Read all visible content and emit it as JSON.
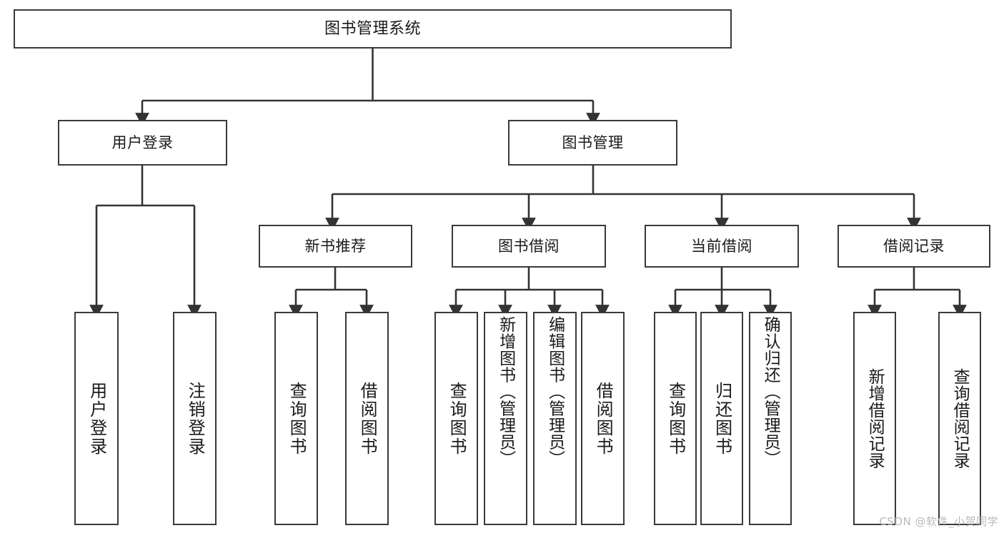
{
  "diagram": {
    "title": "图书管理系统",
    "type": "tree",
    "watermark": "CSDN @软件_小贺同学",
    "colors": {
      "box_border": "#3a3a3a",
      "box_fill": "#ffffff",
      "edge": "#333333",
      "text": "#1a1a1a",
      "watermark": "#b9b9b9",
      "background": "#ffffff"
    },
    "nodes": {
      "root": {
        "label": "图书管理系统",
        "level": 1
      },
      "l2": [
        {
          "id": "user-login",
          "label": "用户登录",
          "level": 2
        },
        {
          "id": "book-manage",
          "label": "图书管理",
          "level": 2
        }
      ],
      "l3": [
        {
          "id": "new-book-recommend",
          "label": "新书推荐",
          "level": 3,
          "parent": "book-manage"
        },
        {
          "id": "book-borrow",
          "label": "图书借阅",
          "level": 3,
          "parent": "book-manage"
        },
        {
          "id": "current-borrow",
          "label": "当前借阅",
          "level": 3,
          "parent": "book-manage"
        },
        {
          "id": "borrow-record",
          "label": "借阅记录",
          "level": 3,
          "parent": "book-manage"
        }
      ],
      "leaves": [
        {
          "id": "leaf-user-login",
          "label": "用户登录",
          "parent": "user-login"
        },
        {
          "id": "leaf-user-logout",
          "label": "注销登录",
          "parent": "user-login"
        },
        {
          "id": "leaf-query-book-1",
          "label": "查询图书",
          "parent": "new-book-recommend"
        },
        {
          "id": "leaf-borrow-book-1",
          "label": "借阅图书",
          "parent": "new-book-recommend"
        },
        {
          "id": "leaf-query-book-2",
          "label": "查询图书",
          "parent": "book-borrow"
        },
        {
          "id": "leaf-add-book",
          "label": "新增图书（管理员）",
          "parent": "book-borrow"
        },
        {
          "id": "leaf-edit-book",
          "label": "编辑图书（管理员）",
          "parent": "book-borrow"
        },
        {
          "id": "leaf-borrow-book-2",
          "label": "借阅图书",
          "parent": "book-borrow"
        },
        {
          "id": "leaf-query-book-3",
          "label": "查询图书",
          "parent": "current-borrow"
        },
        {
          "id": "leaf-return-book",
          "label": "归还图书",
          "parent": "current-borrow"
        },
        {
          "id": "leaf-confirm-return",
          "label": "确认归还（管理员）",
          "parent": "current-borrow"
        },
        {
          "id": "leaf-add-record",
          "label": "新增借阅记录",
          "parent": "borrow-record"
        },
        {
          "id": "leaf-query-record",
          "label": "查询借阅记录",
          "parent": "borrow-record"
        }
      ]
    }
  }
}
